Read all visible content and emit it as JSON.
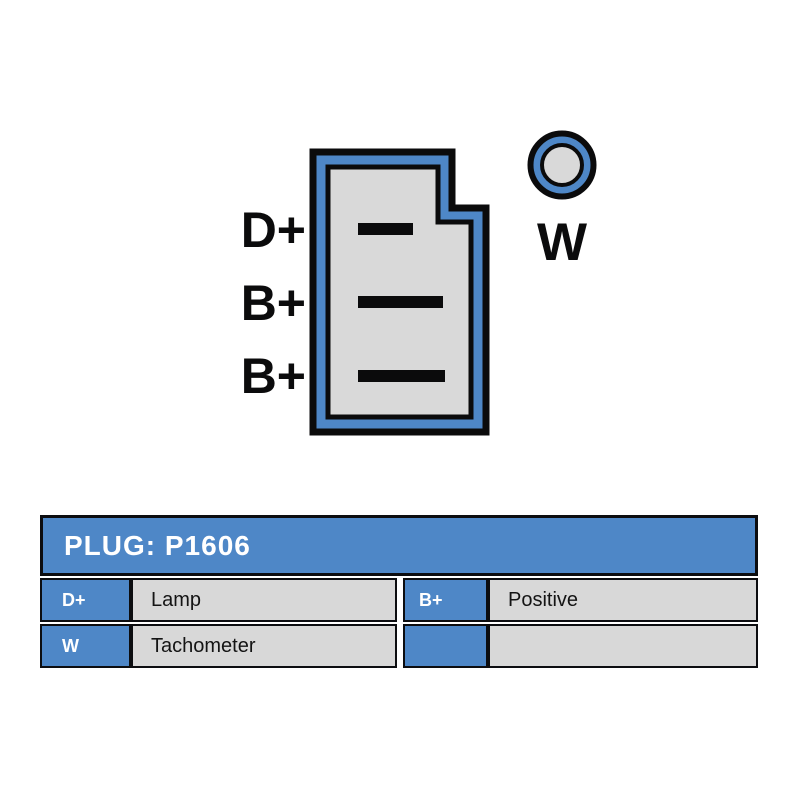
{
  "diagram": {
    "pin_labels": [
      "D+",
      "B+",
      "B+"
    ],
    "w_label": "W",
    "colors": {
      "blue": "#4e87c7",
      "gray": "#d9d9d9",
      "outline": "#0b0b0c"
    }
  },
  "plug_table": {
    "title": "PLUG: P1606",
    "rows": [
      {
        "term1": "D+",
        "desc1": "Lamp",
        "term2": "B+",
        "desc2": "Positive"
      },
      {
        "term1": "W",
        "desc1": "Tachometer",
        "term2": "",
        "desc2": ""
      }
    ],
    "colors": {
      "header_bg": "#4e87c7",
      "term_bg": "#4e87c7",
      "desc_bg": "#d8d8d8",
      "border": "#0c0d10",
      "header_text": "#ffffff",
      "desc_text": "#141414"
    }
  }
}
